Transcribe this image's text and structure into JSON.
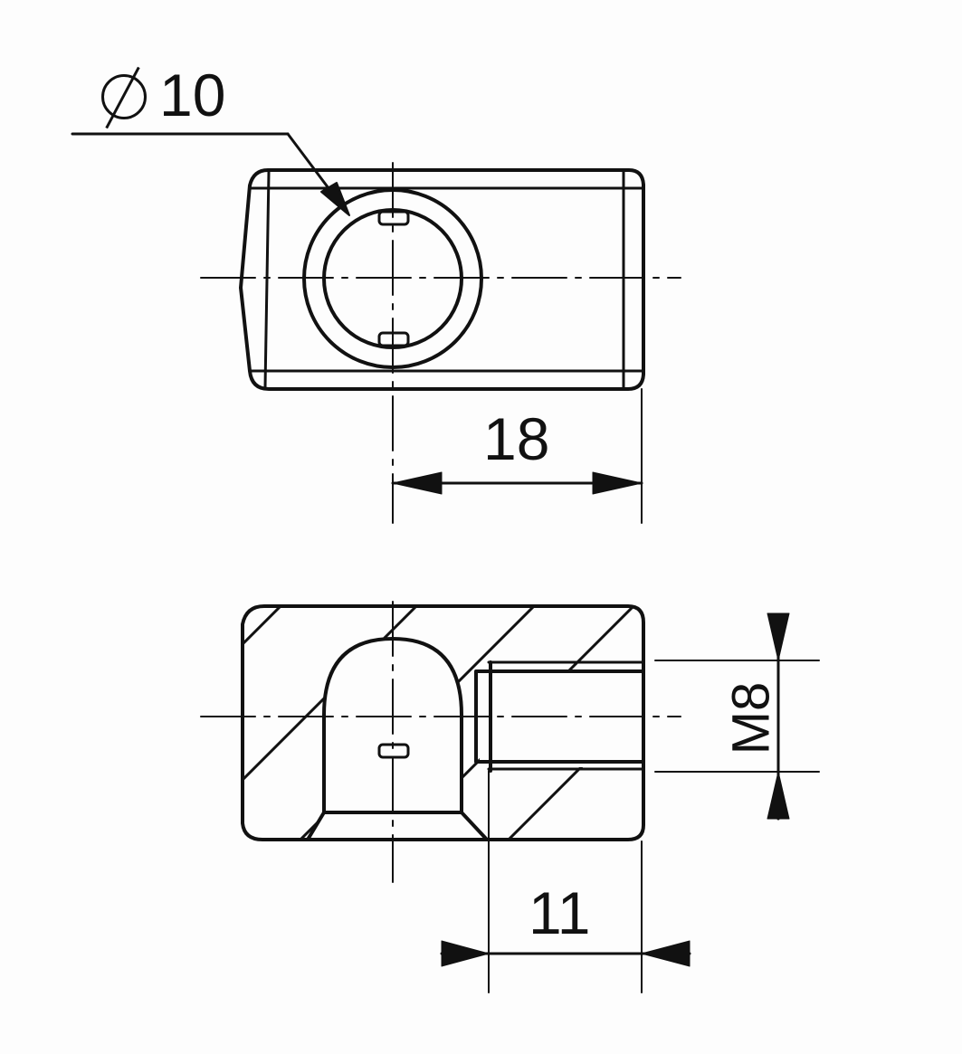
{
  "drawing": {
    "title": "Slot nut technical drawing",
    "line_color": "#111111",
    "background": "#fdfdfd",
    "views": [
      {
        "name": "top-view",
        "features": [
          "rounded-rect-body",
          "counterbore-circle",
          "center-lines"
        ]
      },
      {
        "name": "section-view",
        "features": [
          "hatched-body",
          "bore-cavity",
          "threaded-hole",
          "center-lines"
        ]
      }
    ],
    "dimensions": {
      "diameter": {
        "symbol": "Ø",
        "value": "10"
      },
      "top_length": {
        "value": "18"
      },
      "thread": {
        "value": "M8"
      },
      "section_length": {
        "value": "11"
      }
    }
  }
}
